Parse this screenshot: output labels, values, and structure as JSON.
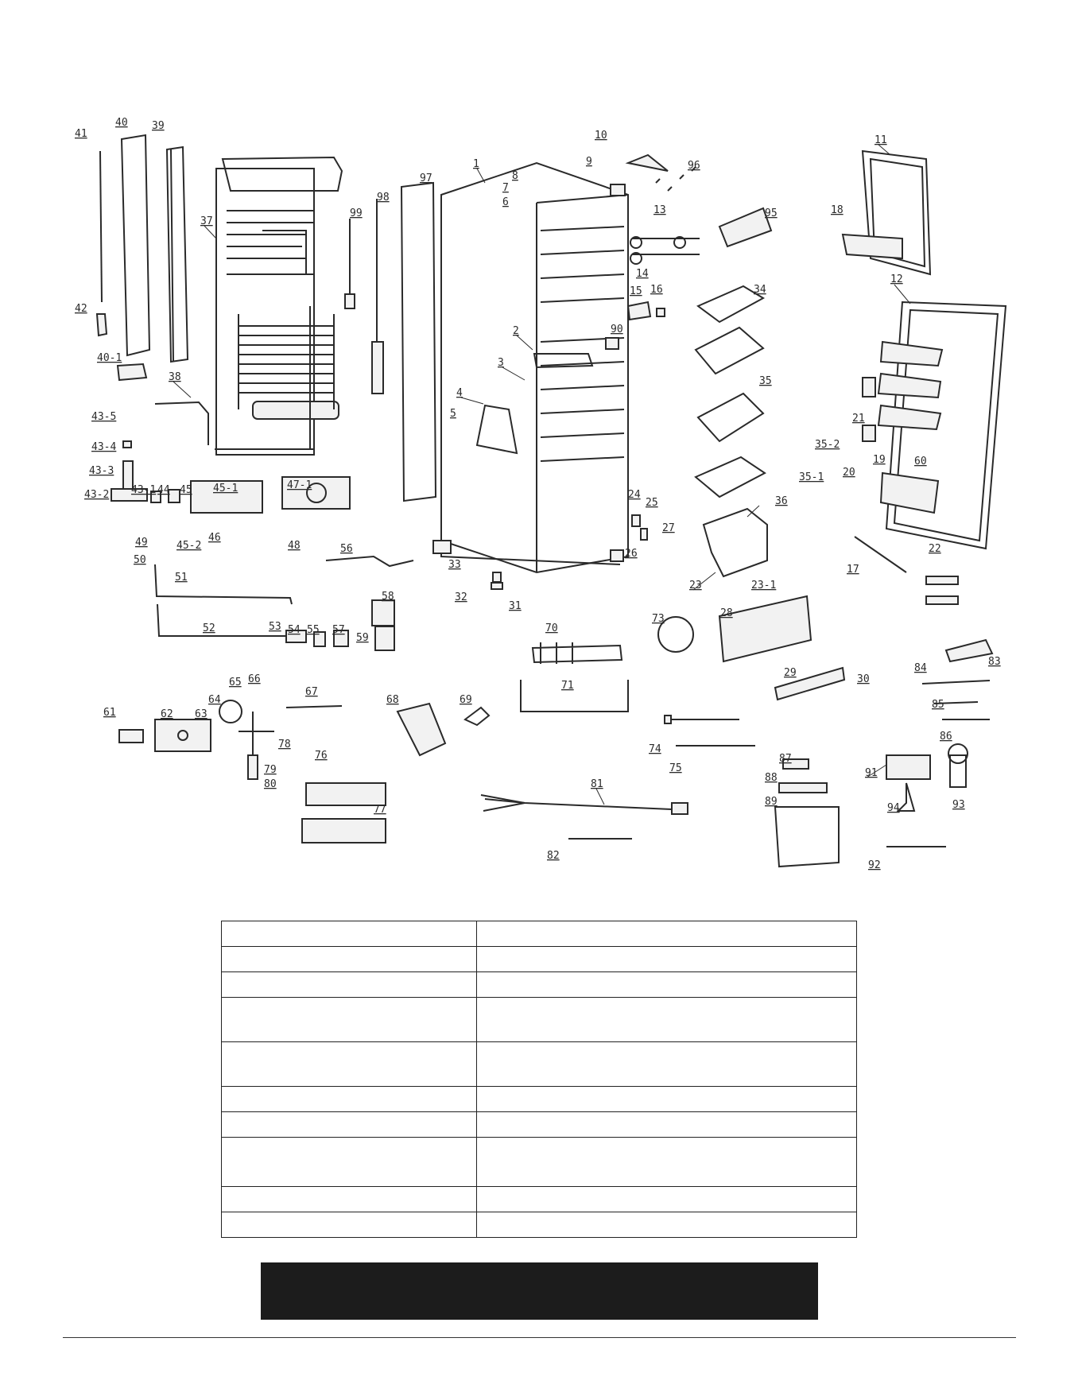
{
  "diagram": {
    "part_labels": {
      "p1": "1",
      "p2": "2",
      "p3": "3",
      "p4": "4",
      "p5": "5",
      "p6": "6",
      "p7": "7",
      "p8": "8",
      "p9": "9",
      "p10": "10",
      "p11": "11",
      "p12": "12",
      "p13": "13",
      "p14": "14",
      "p15": "15",
      "p16": "16",
      "p17": "17",
      "p18": "18",
      "p19": "19",
      "p20": "20",
      "p21": "21",
      "p22": "22",
      "p23": "23",
      "p23_1": "23-1",
      "p24": "24",
      "p25": "25",
      "p26": "26",
      "p27": "27",
      "p28": "28",
      "p29": "29",
      "p30": "30",
      "p31": "31",
      "p32": "32",
      "p33": "33",
      "p34": "34",
      "p35": "35",
      "p35_1": "35-1",
      "p35_2": "35-2",
      "p36": "36",
      "p37": "37",
      "p38": "38",
      "p39": "39",
      "p40": "40",
      "p40_1": "40-1",
      "p41": "41",
      "p42": "42",
      "p43_1": "43-1",
      "p43_2": "43-2",
      "p43_3": "43-3",
      "p43_4": "43-4",
      "p43_5": "43-5",
      "p44": "44",
      "p45": "45",
      "p45_1": "45-1",
      "p45_2": "45-2",
      "p46": "46",
      "p47_1": "47-1",
      "p48": "48",
      "p49": "49",
      "p50": "50",
      "p51": "51",
      "p52": "52",
      "p53": "53",
      "p54": "54",
      "p55": "55",
      "p56": "56",
      "p57": "57",
      "p58": "58",
      "p59": "59",
      "p60": "60",
      "p61": "61",
      "p62": "62",
      "p63": "63",
      "p64": "64",
      "p65": "65",
      "p66": "66",
      "p67": "67",
      "p68": "68",
      "p69": "69",
      "p70": "70",
      "p71": "71",
      "p73": "73",
      "p74": "74",
      "p75": "75",
      "p76": "76",
      "p77": "77",
      "p78": "78",
      "p79": "79",
      "p80": "80",
      "p81": "81",
      "p82": "82",
      "p83": "83",
      "p84": "84",
      "p85": "85",
      "p86": "86",
      "p87": "87",
      "p88": "88",
      "p89": "89",
      "p90": "90",
      "p91": "91",
      "p92": "92",
      "p93": "93",
      "p94": "94",
      "p95": "95",
      "p96": "96",
      "p97": "97",
      "p98": "98",
      "p99": "99"
    }
  },
  "parts_table": {
    "rows": [
      {
        "col1": "",
        "col2": ""
      },
      {
        "col1": "",
        "col2": ""
      },
      {
        "col1": "",
        "col2": ""
      },
      {
        "col1": "",
        "col2": ""
      },
      {
        "col1": "",
        "col2": ""
      },
      {
        "col1": "",
        "col2": ""
      },
      {
        "col1": "",
        "col2": ""
      },
      {
        "col1": "",
        "col2": ""
      },
      {
        "col1": "",
        "col2": ""
      },
      {
        "col1": "",
        "col2": ""
      }
    ]
  },
  "colors": {
    "ink": "#2a2a2a",
    "banner": "#1c1c1c",
    "paper": "#ffffff"
  }
}
